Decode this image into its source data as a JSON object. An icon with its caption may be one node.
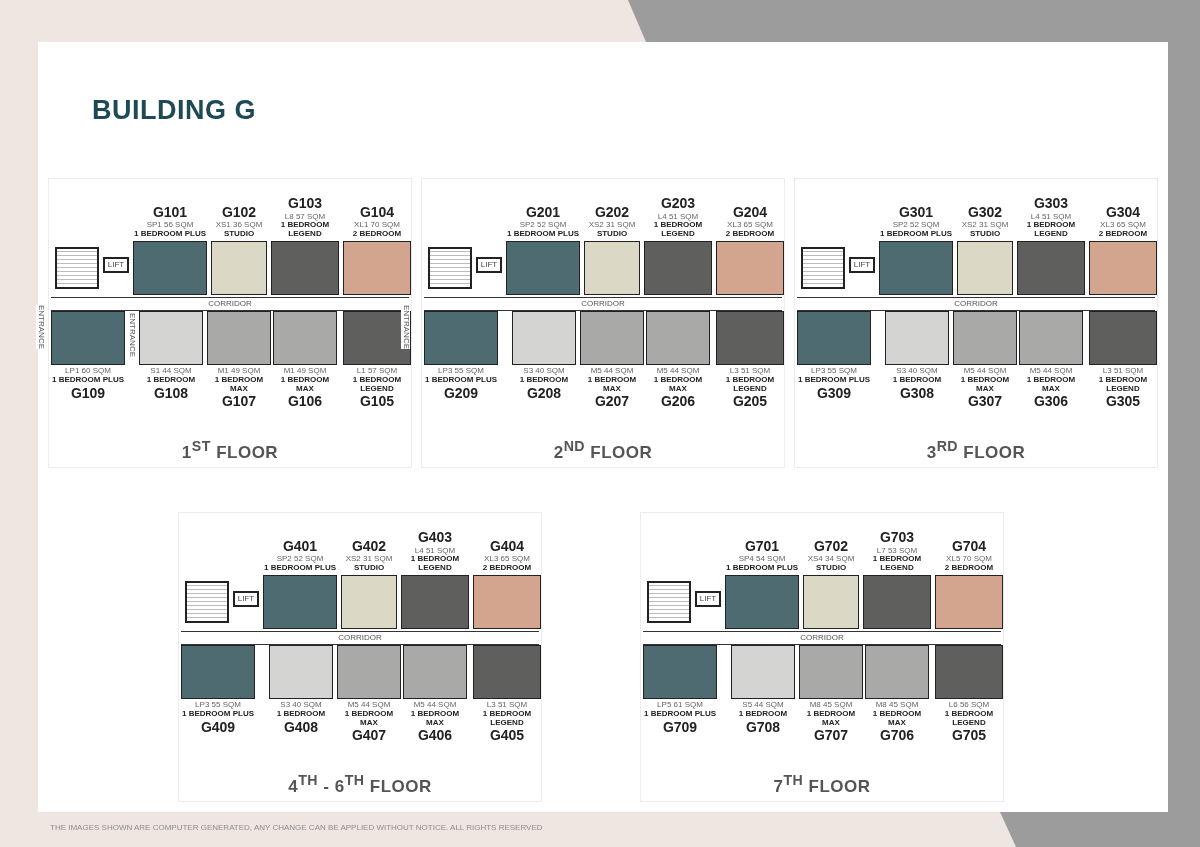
{
  "diagram": {
    "title": "BUILDING G",
    "caption": "THE IMAGES SHOWN ARE COMPUTER GENERATED, ANY CHANGE CAN BE APPLIED WITHOUT NOTICE. ALL RIGHTS RESERVED",
    "nodes": [
      {
        "text": [
          "1$^{ST}$ FLOOR"
        ]
      },
      {
        "text": [
          "G101",
          "SP1 56 SQM",
          "1 BEDROOM PLUS"
        ],
        "in": 0
      },
      {
        "text": [
          "G102",
          "XS1 36 SQM",
          "STUDIO"
        ],
        "in": 0
      },
      {
        "text": [
          "G103",
          "L8 57 SQM",
          "1 BEDROOM LEGEND"
        ],
        "in": 0
      },
      {
        "text": [
          "G104",
          "XL1 70 SQM",
          "2 BEDROOM"
        ],
        "in": 0
      },
      {
        "text": [
          "LIFT"
        ],
        "in": 0
      },
      {
        "text": [
          "CORRIDOR"
        ],
        "in": 0
      },
      {
        "text": [
          "LP1 60 SQM",
          "1 BEDROOM PLUS",
          "G109"
        ],
        "in": 0
      },
      {
        "text": [
          "S1 44 SQM",
          "1 BEDROOM",
          "G108"
        ],
        "in": 0
      },
      {
        "text": [
          "M1 49 SQM",
          "1 BEDROOM MAX",
          "G107"
        ],
        "in": 0
      },
      {
        "text": [
          "M1 49 SQM",
          "1 BEDROOM MAX",
          "G106"
        ],
        "in": 0
      },
      {
        "text": [
          "L1 57 SQM",
          "1 BEDROOM LEGEND",
          "G105"
        ],
        "in": 0
      },
      {
        "text": [
          "2$^{ND}$ FLOOR"
        ]
      },
      {
        "text": [
          "G201",
          "SP2 52 SQM",
          "1 BEDROOM PLUS"
        ],
        "in": 12
      },
      {
        "text": [
          "G202",
          "XS2 31 SQM",
          "STUDIO"
        ],
        "in": 12
      },
      {
        "text": [
          "G203",
          "L4 51 SQM",
          "1 BEDROOM LEGEND"
        ],
        "in": 12
      },
      {
        "text": [
          "G204",
          "XL3 65 SQM",
          "2 BEDROOM"
        ],
        "in": 12
      },
      {
        "text": [
          "LIFT"
        ],
        "in": 12
      },
      {
        "text": [
          "CORRIDOR"
        ],
        "in": 12
      },
      {
        "text": [
          "LP3 55 SQM",
          "1 BEDROOM PLUS",
          "G209"
        ],
        "in": 12
      },
      {
        "text": [
          "S3 40 SQM",
          "1 BEDROOM",
          "G208"
        ],
        "in": 12
      },
      {
        "text": [
          "M5 44 SQM",
          "1 BEDROOM MAX",
          "G207"
        ],
        "in": 12
      },
      {
        "text": [
          "M5 44 SQM",
          "1 BEDROOM MAX",
          "G206"
        ],
        "in": 12
      },
      {
        "text": [
          "L3 51 SQM",
          "1 BEDROOM LEGEND",
          "G205"
        ],
        "in": 12
      },
      {
        "text": [
          "3$^{RD}$ FLOOR"
        ]
      },
      {
        "text": [
          "G301",
          "SP2 52 SQM",
          "1 BEDROOM PLUS"
        ],
        "in": 24
      },
      {
        "text": [
          "G302",
          "XS2 31 SQM",
          "STUDIO"
        ],
        "in": 24
      },
      {
        "text": [
          "G303",
          "L4 51 SQM",
          "1 BEDROOM LEGEND"
        ],
        "in": 24
      },
      {
        "text": [
          "G304",
          "XL3 65 SQM",
          "2 BEDROOM"
        ],
        "in": 24
      },
      {
        "text": [
          "LIFT"
        ],
        "in": 24
      },
      {
        "text": [
          "CORRIDOR"
        ],
        "in": 24
      },
      {
        "text": [
          "LP3 55 SQM",
          "1 BEDROOM PLUS",
          "G309"
        ],
        "in": 24
      },
      {
        "text": [
          "S3 40 SQM",
          "1 BEDROOM",
          "G308"
        ],
        "in": 24
      },
      {
        "text": [
          "M5 44 SQM",
          "1 BEDROOM MAX",
          "G307"
        ],
        "in": 24
      },
      {
        "text": [
          "M5 44 SQM",
          "1 BEDROOM MAX",
          "G306"
        ],
        "in": 24
      },
      {
        "text": [
          "L3 51 SQM",
          "1 BEDROOM LEGEND",
          "G305"
        ],
        "in": 24
      },
      {
        "text": [
          "4$^{TH}$ - 6$^{TH}$ FLOOR"
        ]
      },
      {
        "text": [
          "G401",
          "SP2 52 SQM",
          "1 BEDROOM PLUS"
        ],
        "in": 36
      },
      {
        "text": [
          "G402",
          "XS2 31 SQM",
          "STUDIO"
        ],
        "in": 36
      },
      {
        "text": [
          "G403",
          "L4 51 SQM",
          "1 BEDROOM LEGEND"
        ],
        "in": 36
      },
      {
        "text": [
          "G404",
          "XL3 65 SQM",
          "2 BEDROOM"
        ],
        "in": 36
      },
      {
        "text": [
          "LIFT"
        ],
        "in": 36
      },
      {
        "text": [
          "CORRIDOR"
        ],
        "in": 36
      },
      {
        "text": [
          "LP3 55 SQM",
          "1 BEDROOM PLUS",
          "G409"
        ],
        "in": 36
      },
      {
        "text": [
          "S3 40 SQM",
          "1 BEDROOM",
          "G408"
        ],
        "in": 36
      },
      {
        "text": [
          "M5 44 SQM",
          "1 BEDROOM MAX",
          "G407"
        ],
        "in": 36
      },
      {
        "text": [
          "M5 44 SQM",
          "1 BEDROOM MAX",
          "G406"
        ],
        "in": 36
      },
      {
        "text": [
          "L3 51 SQM",
          "1 BEDROOM LEGEND",
          "G405"
        ],
        "in": 36
      },
      {
        "text": [
          "7$^{TH}$ FLOOR"
        ]
      },
      {
        "text": [
          "G701",
          "SP4 54 SQM",
          "1 BEDROOM PLUS"
        ],
        "in": 48
      },
      {
        "text": [
          "G702",
          "XS4 34 SQM",
          "STUDIO"
        ],
        "in": 48
      },
      {
        "text": [
          "G703",
          "L7 53 SQM",
          "1 BEDROOM LEGEND"
        ],
        "in": 48
      },
      {
        "text": [
          "G704",
          "XL5 70 SQM",
          "2 BEDROOM"
        ],
        "in": 48
      },
      {
        "text": [
          "LIFT"
        ],
        "in": 48
      },
      {
        "text": [
          "CORRIDOR"
        ],
        "in": 48
      },
      {
        "text": [
          "LP5 61 SQM",
          "1 BEDROOM PLUS",
          "G709"
        ],
        "in": 48
      },
      {
        "text": [
          "S5 44 SQM",
          "1 BEDROOM",
          "G708"
        ],
        "in": 48
      },
      {
        "text": [
          "M8 45 SQM",
          "1 BEDROOM MAX",
          "G707"
        ],
        "in": 48
      },
      {
        "text": [
          "M8 45 SQM",
          "1 BEDROOM MAX",
          "G706"
        ],
        "in": 48
      },
      {
        "text": [
          "L6 56 SQM",
          "1 BEDROOM LEGEND",
          "G705"
        ],
        "in": 48
      }
    ],
    "labels": [
      "ENTRANCE",
      "ENTRANCE",
      "ENTRANCE"
    ]
  }
}
